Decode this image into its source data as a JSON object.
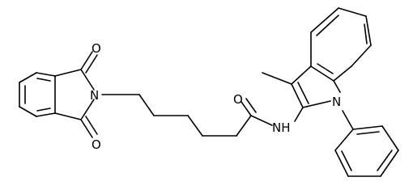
{
  "molecule": {
    "labels": {
      "o_top": "O",
      "o_bottom": "O",
      "n_phthalimide": "N",
      "o_amide": "O",
      "nh": "NH",
      "n_indole": "N"
    }
  }
}
